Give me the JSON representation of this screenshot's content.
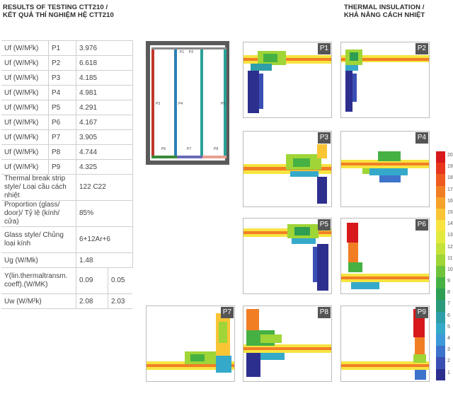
{
  "title_left": [
    "RESULTS OF TESTING CTT210 /",
    "KẾT QUẢ THÍ NGHIỆM HỆ CTT210"
  ],
  "title_right": [
    "THERMAL INSULATION /",
    "KHẢ NĂNG CÁCH NHIỆT"
  ],
  "rows": [
    {
      "label": "Uf (W/M²k)",
      "point": "P1",
      "value": "3.976"
    },
    {
      "label": "Uf (W/M²k)",
      "point": "P2",
      "value": "6.618"
    },
    {
      "label": "Uf (W/M²k)",
      "point": "P3",
      "value": "4.185"
    },
    {
      "label": "Uf (W/M²k)",
      "point": "P4",
      "value": "4.981"
    },
    {
      "label": "Uf (W/M²k)",
      "point": "P5",
      "value": "4.291"
    },
    {
      "label": "Uf (W/M²k)",
      "point": "P6",
      "value": "4.167"
    },
    {
      "label": "Uf (W/M²k)",
      "point": "P7",
      "value": "3.905"
    },
    {
      "label": "Uf (W/M²k)",
      "point": "P8",
      "value": "4.744"
    },
    {
      "label": "Uf (W/M²k)",
      "point": "P9",
      "value": "4.325"
    }
  ],
  "thermal_break": {
    "label": "Thermal break strip style/ Loại cầu cách nhiệt",
    "value": "122 C22"
  },
  "proportion": {
    "label": "Proportion (glass/ door)/ Tỷ lệ (kính/ cửa)",
    "value": "85%"
  },
  "glass_style": {
    "label": "Glass style/ Chủng loại kính",
    "value": "6+12Ar+6"
  },
  "ug": {
    "label": "Ug (W/Mk)",
    "value": "1.48"
  },
  "psi": {
    "label": "Y(lin.thermaltransm. coeff).(W/MK)",
    "v1": "0.09",
    "v2": "0.05"
  },
  "uw": {
    "label": "Uw (W/M²k)",
    "v1": "2.08",
    "v2": "2.03"
  },
  "panels": [
    "P1",
    "P2",
    "P3",
    "P4",
    "P5",
    "P6",
    "P7",
    "P8",
    "P9"
  ],
  "scale_labels": [
    "20",
    "19",
    "18",
    "17",
    "16",
    "15",
    "14",
    "13",
    "12",
    "11",
    "10",
    "9",
    "8",
    "7",
    "6",
    "5",
    "4",
    "3",
    "2",
    "1"
  ],
  "scale_colors": [
    "#d7191c",
    "#e8361d",
    "#ee5a20",
    "#f27e24",
    "#f6a22b",
    "#f9c535",
    "#f7e440",
    "#e3ea3f",
    "#c4e23a",
    "#9fd537",
    "#6fc33a",
    "#46b143",
    "#2e9e52",
    "#2a9a7a",
    "#2e9fa8",
    "#35a9c9",
    "#3d9ad8",
    "#3e73cc",
    "#3a4fb3",
    "#2d2f8f"
  ]
}
